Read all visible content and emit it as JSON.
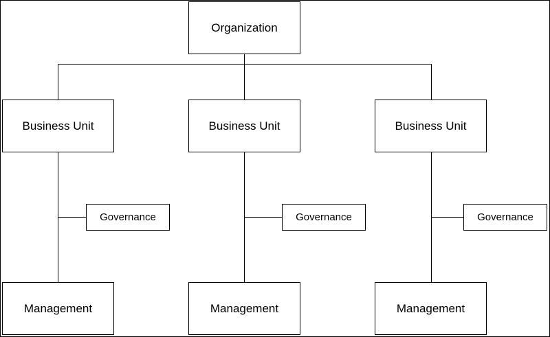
{
  "diagram": {
    "root": {
      "label": "Organization"
    },
    "branches": [
      {
        "unit": "Business Unit",
        "governance": "Governance",
        "management": "Management"
      },
      {
        "unit": "Business Unit",
        "governance": "Governance",
        "management": "Management"
      },
      {
        "unit": "Business Unit",
        "governance": "Governance",
        "management": "Management"
      }
    ]
  }
}
